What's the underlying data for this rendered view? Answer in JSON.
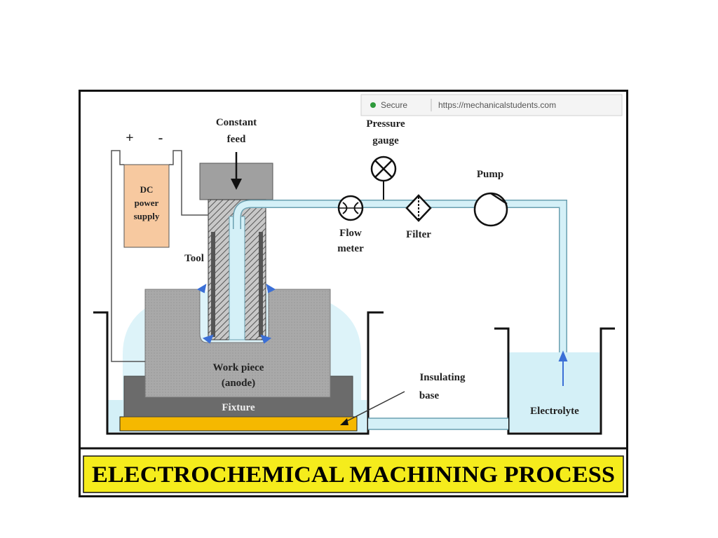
{
  "browser_bar": {
    "secure_label": "Secure",
    "url": "https://mechanicalstudents.com"
  },
  "labels": {
    "plus": "+",
    "minus": "-",
    "dc_line1": "DC",
    "dc_line2": "power",
    "dc_line3": "supply",
    "constant_feed_line1": "Constant",
    "constant_feed_line2": "feed",
    "pressure_gauge_line1": "Pressure",
    "pressure_gauge_line2": "gauge",
    "pump": "Pump",
    "flow_meter_line1": "Flow",
    "flow_meter_line2": "meter",
    "filter": "Filter",
    "tool": "Tool",
    "work_piece_line1": "Work piece",
    "work_piece_line2": "(anode)",
    "fixture": "Fixture",
    "insulating_base_line1": "Insulating",
    "insulating_base_line2": "base",
    "electrolyte": "Electrolyte"
  },
  "title": "ELECTROCHEMICAL MACHINING PROCESS",
  "colors": {
    "electrolyte": "#d4f0f7",
    "pipe_stroke": "#6a9fb0",
    "dc_supply": "#f7c9a0",
    "workpiece": "#a8a8a8",
    "fixture": "#6b6b6b",
    "insulating_base": "#f5b800",
    "title_banner": "#f5ec1c"
  }
}
